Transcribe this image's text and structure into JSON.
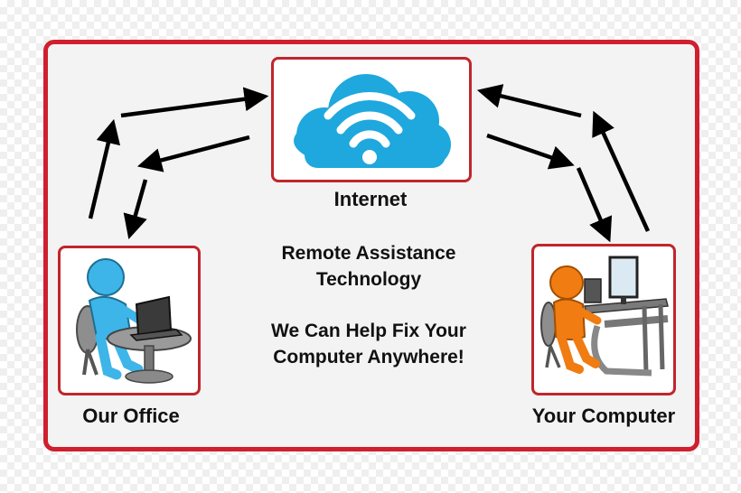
{
  "nodes": {
    "internet": {
      "label": "Internet"
    },
    "office": {
      "label": "Our Office"
    },
    "computer": {
      "label": "Your Computer"
    }
  },
  "center": {
    "line1": "Remote Assistance",
    "line2": "Technology",
    "line3": "We Can Help Fix Your",
    "line4": "Computer Anywhere!"
  },
  "colors": {
    "frame": "#d01f2e",
    "cloud": "#1ea8dd",
    "office_person": "#3db5e8",
    "computer_person": "#f07c12",
    "arrow": "#000000"
  },
  "icons": {
    "internet": "wifi-cloud-icon",
    "office": "person-at-laptop-icon",
    "computer": "person-at-desktop-icon"
  }
}
